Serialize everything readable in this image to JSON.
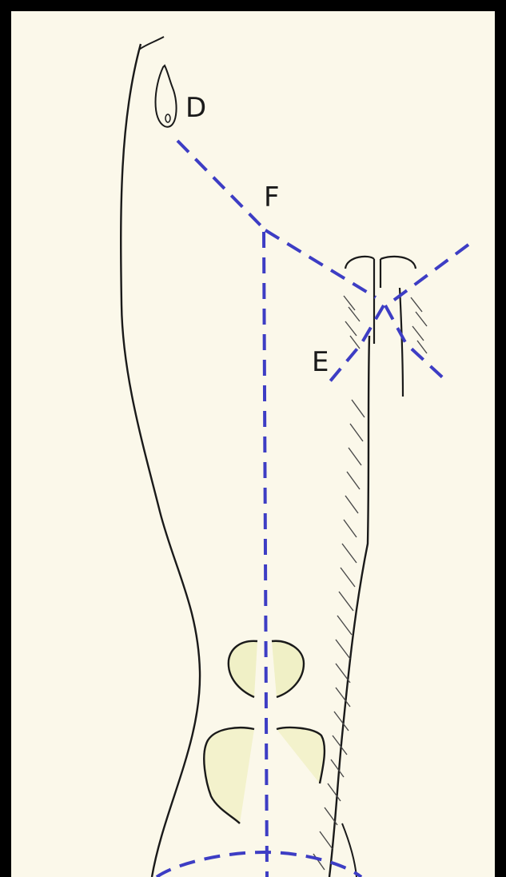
{
  "colors": {
    "background": "#000000",
    "paper": "#fbf8ea",
    "ink": "#1a1a1a",
    "guide_lines": "#3d3dc4",
    "highlight": "#e8eaa8"
  },
  "labels": {
    "D": "D",
    "E": "E",
    "F": "F"
  }
}
